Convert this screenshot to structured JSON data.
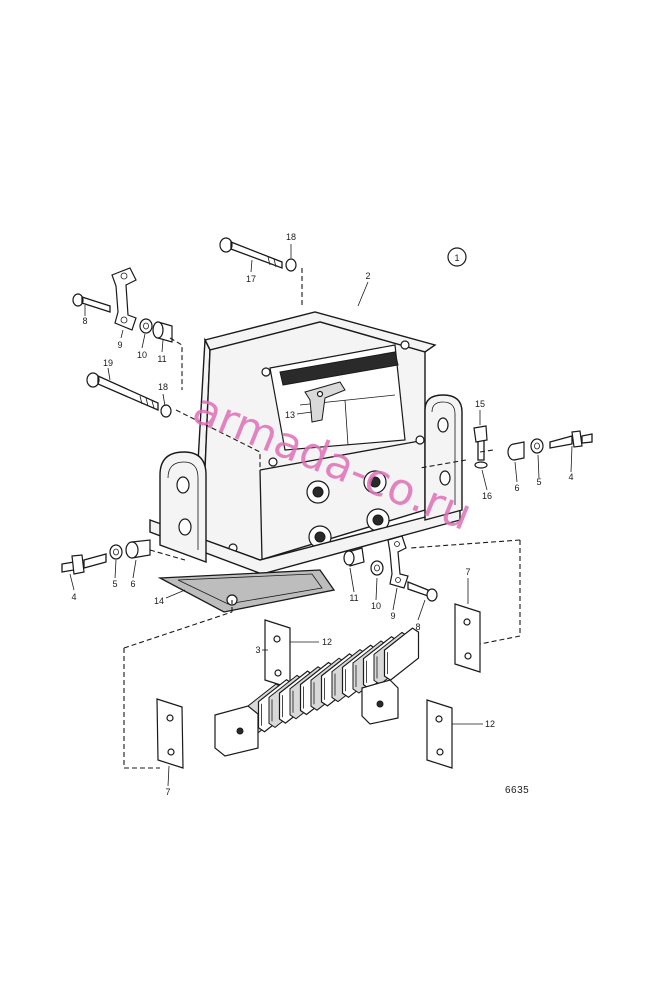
{
  "callouts": {
    "c1": "8",
    "c2": "9",
    "c3": "10",
    "c4": "11",
    "c5": "19",
    "c6": "18",
    "c7": "17",
    "c8": "18",
    "c9": "2",
    "c10": "13",
    "c11": "15",
    "c12": "4",
    "c13": "5",
    "c14": "6",
    "c15": "16",
    "c16": "4",
    "c17": "5",
    "c18": "6",
    "c19": "14",
    "c20": "11",
    "c21": "10",
    "c22": "9",
    "c23": "8",
    "c24": "7",
    "c25": "3",
    "c26": "12",
    "c27": "12",
    "c28": "7"
  },
  "view_marker": "1",
  "reference_number": "6635",
  "watermark": "armada-co.ru"
}
